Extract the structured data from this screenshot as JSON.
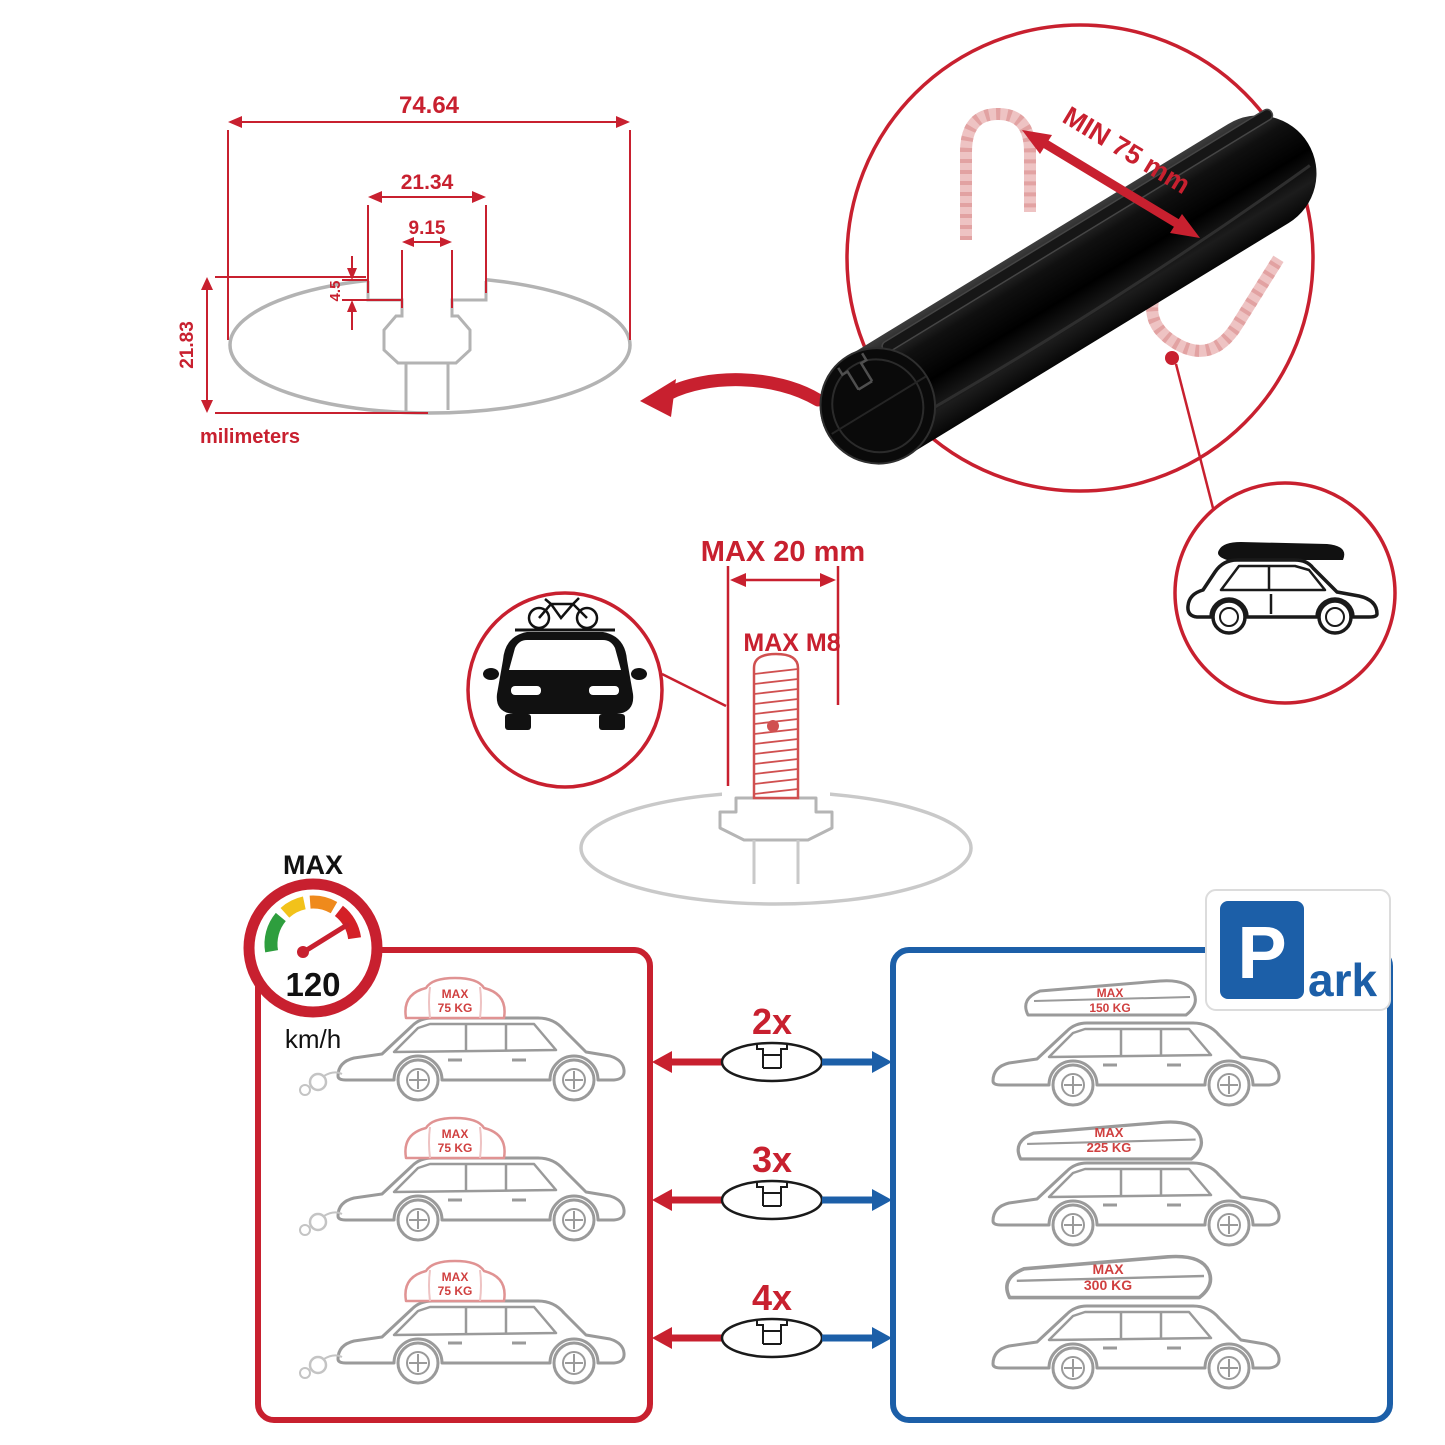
{
  "palette": {
    "accent_red": "#c8202f",
    "accent_blue": "#1c5fa8",
    "faded_pink": "#eec3c3",
    "line_gray": "#9a9a9a",
    "profile_gray": "#b3b3b3",
    "bar_black": "#0a0a0a"
  },
  "dimension_diagram": {
    "total_width": "74.64",
    "channel_width": "21.34",
    "slot_width": "9.15",
    "step_depth": "4.5",
    "total_height": "21.83",
    "units_label": "milimeters"
  },
  "clamp_detail": {
    "min_span_label": "MIN 75 mm"
  },
  "bolt_detail": {
    "max_length_label": "MAX 20 mm",
    "max_thread_label": "MAX M8"
  },
  "speed_limit": {
    "title": "MAX",
    "value": "120",
    "unit": "km/h"
  },
  "capacity_rows": [
    {
      "multiplier": "2x",
      "left": {
        "line1": "MAX",
        "line2": "75 KG"
      },
      "right": {
        "line1": "MAX",
        "line2": "150 KG"
      }
    },
    {
      "multiplier": "3x",
      "left": {
        "line1": "MAX",
        "line2": "75 KG"
      },
      "right": {
        "line1": "MAX",
        "line2": "225 KG"
      }
    },
    {
      "multiplier": "4x",
      "left": {
        "line1": "MAX",
        "line2": "75 KG"
      },
      "right": {
        "line1": "MAX",
        "line2": "300 KG"
      }
    }
  ],
  "park_sign": {
    "p": "P",
    "suffix": "ark"
  }
}
